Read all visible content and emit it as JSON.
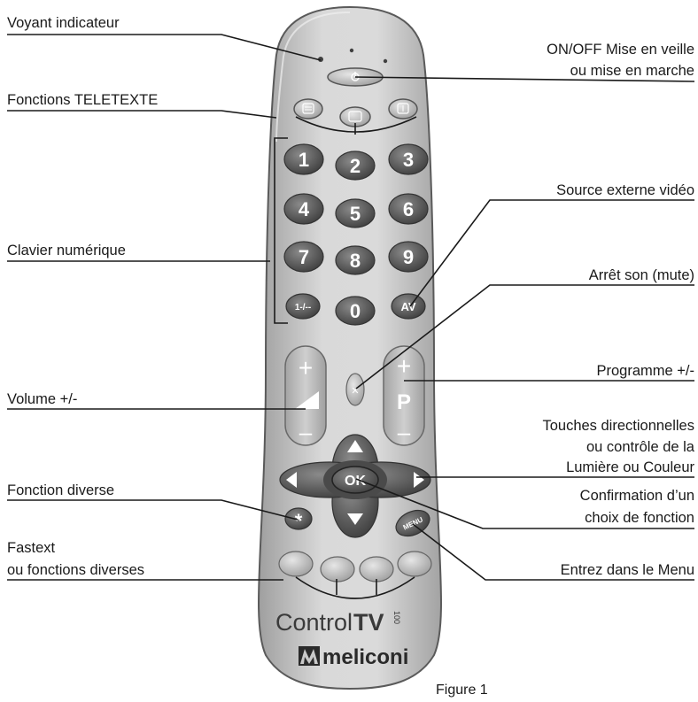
{
  "labels": {
    "voyant": "Voyant indicateur",
    "onoff_1": "ON/OFF Mise en veille",
    "onoff_2": "ou mise en marche",
    "teletexte": "Fonctions TELETEXTE",
    "source": "Source externe vidéo",
    "clavier": "Clavier numérique",
    "mute": "Arrêt son (mute)",
    "programme": "Programme +/-",
    "volume": "Volume +/-",
    "direction_1": "Touches directionnelles",
    "direction_2": "ou contrôle de la",
    "direction_3": "Lumière ou Couleur",
    "confirm_1": "Confirmation d’un",
    "confirm_2": "choix de fonction",
    "diverse": "Fonction diverse",
    "fastext_1": "Fastext",
    "fastext_2": "ou fonctions diverses",
    "menu_entry": "Entrez dans le Menu"
  },
  "remote": {
    "digits": [
      "1",
      "2",
      "3",
      "4",
      "5",
      "6",
      "7",
      "8",
      "9",
      "1-/--",
      "0",
      "AV"
    ],
    "volume_plus": "+",
    "volume_minus": "–",
    "prog_plus": "+",
    "prog_letter": "P",
    "prog_minus": "–",
    "ok": "OK",
    "star": "*",
    "menu": "MENU",
    "brand_control": "Control",
    "brand_tv": "TV",
    "brand_model": "100",
    "brand_maker": "meliconi"
  },
  "caption": "Figure 1",
  "colors": {
    "body": "#c9c9c9",
    "digit_key": "#5c5c5c",
    "light_key": "#b4b4b4",
    "line": "#1a1a1a"
  }
}
